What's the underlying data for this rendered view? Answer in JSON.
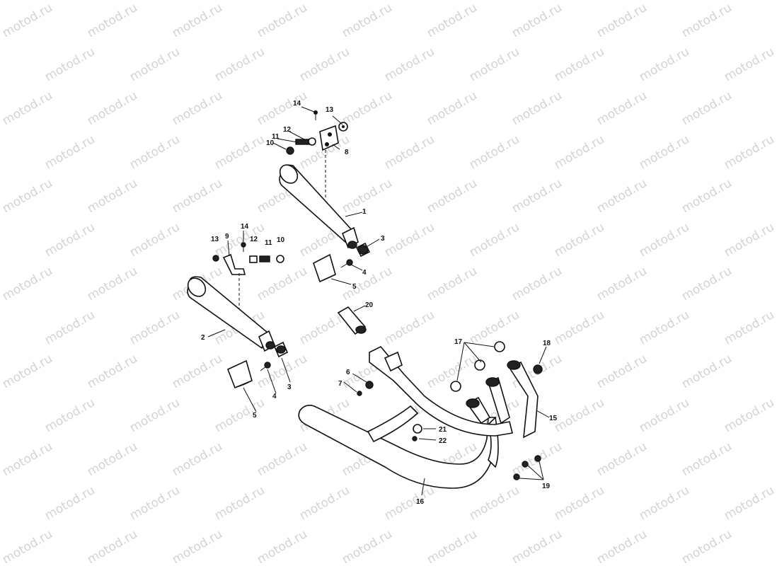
{
  "watermark": {
    "text": "motod.ru"
  },
  "callouts": {
    "c1": "1",
    "c2": "2",
    "c3a": "3",
    "c3b": "3",
    "c4a": "4",
    "c4b": "4",
    "c5a": "5",
    "c5b": "5",
    "c6": "6",
    "c7": "7",
    "c8": "8",
    "c9": "9",
    "c10a": "10",
    "c10b": "10",
    "c11a": "11",
    "c11b": "11",
    "c12a": "12",
    "c12b": "12",
    "c13a": "13",
    "c13b": "13",
    "c14a": "14",
    "c14b": "14",
    "c15": "15",
    "c16": "16",
    "c17": "17",
    "c18": "18",
    "c19": "19",
    "c20": "20",
    "c21": "21",
    "c22": "22"
  }
}
